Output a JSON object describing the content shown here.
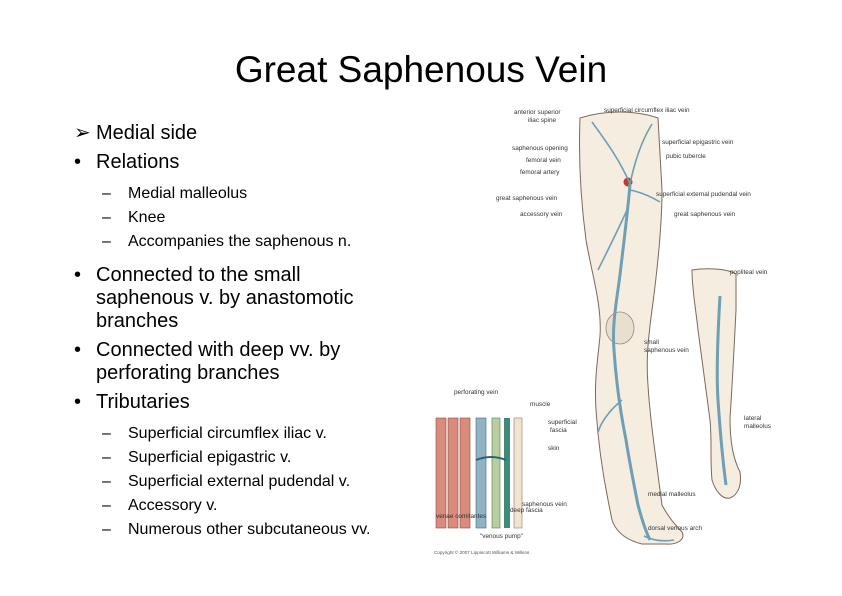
{
  "slide": {
    "title": "Great Saphenous Vein",
    "bullets": [
      {
        "marker": "➢",
        "text": "Medial side"
      },
      {
        "marker": "•",
        "text": "Relations",
        "sub": [
          "Medial malleolus",
          "Knee",
          "Accompanies the saphenous n."
        ]
      },
      {
        "marker": "•",
        "lines": [
          "Connected to the small",
          "saphenous v. by anastomotic",
          "branches"
        ]
      },
      {
        "marker": "•",
        "lines": [
          "Connected with deep vv. by",
          "perforating branches"
        ]
      },
      {
        "marker": "•",
        "text": "Tributaries",
        "sub": [
          "Superficial circumflex iliac v.",
          "Superficial epigastric v.",
          "Superficial external pudendal v.",
          "Accessory v.",
          "Numerous other subcutaneous vv."
        ]
      }
    ],
    "sub_marker": "–"
  },
  "figure": {
    "labels": {
      "anterior_superior_1": "anterior superior",
      "anterior_superior_2": "iliac spine",
      "sup_circumflex_iliac": "superficial circumflex iliac vein",
      "sup_epigastric": "superficial epigastric vein",
      "saphenous_opening": "saphenous opening",
      "pubic_tubercle": "pubic tubercle",
      "femoral_vein": "femoral vein",
      "femoral_artery": "femoral artery",
      "sup_ext_pudendal": "superficial external pudendal vein",
      "great_saphenous_left": "great saphenous vein",
      "accessory_vein": "accessory vein",
      "great_saphenous_right": "great saphenous vein",
      "popliteal_vein": "popliteal vein",
      "small_saphenous_1": "small",
      "small_saphenous_2": "saphenous vein",
      "perforating_vein": "perforating vein",
      "muscle": "muscle",
      "superficial_fascia_1": "superficial",
      "superficial_fascia_2": "fascia",
      "skin": "skin",
      "lateral_malleolus_1": "lateral",
      "lateral_malleolus_2": "malleolus",
      "medial_malleolus": "medial malleolus",
      "saphenous_vein": "saphenous vein",
      "venae_comitantes": "venae comitantes",
      "deep_fascia": "deep fascia",
      "dorsal_venous_arch": "dorsal venous arch",
      "venous_pump": "\"venous pump\"",
      "copyright": "Copyright © 2007 Lippincott Williams & Wilkins"
    },
    "colors": {
      "skin": "#f4ede0",
      "skin_outline": "#7a6a5a",
      "vein": "#6f9fb4",
      "vein_dark": "#2f5f77",
      "muscle": "#d98b7c",
      "artery": "#c0392b",
      "fascia": "#3f8a7a"
    }
  }
}
